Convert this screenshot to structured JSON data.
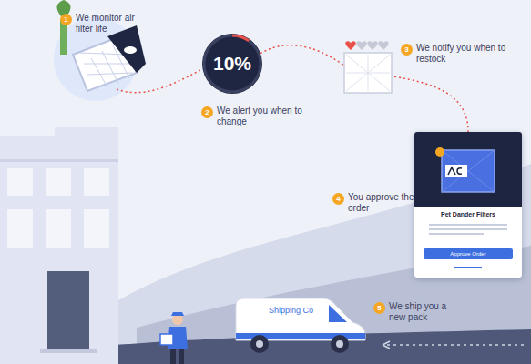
{
  "diagram": {
    "nodes": [
      {
        "text": [
          "10%"
        ]
      },
      {
        "text": [
          "Pet Dander Filters"
        ]
      },
      {
        "text": [
          "Approve Order"
        ],
        "in": 1
      },
      {
        "text": [
          "Shipping Co"
        ]
      }
    ],
    "edges": [
      {
        "from": 0,
        "to": 1,
        "arrow": "none"
      }
    ],
    "labels": [
      "1",
      "We monitor air filter life",
      "2",
      "We alert you when to change",
      "3",
      "We notify you when to restock",
      "4",
      "You approve the order",
      "5",
      "We ship you a new pack"
    ]
  }
}
